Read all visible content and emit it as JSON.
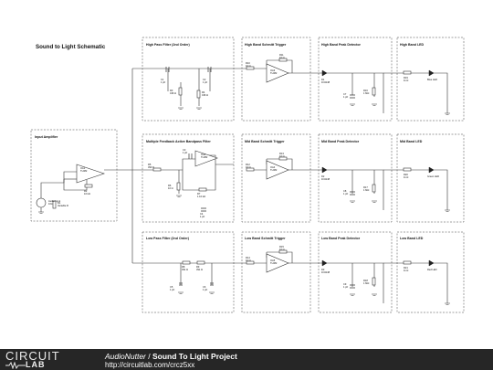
{
  "title": "Sound to Light Schematic",
  "blocks": {
    "input_amp": "Input Amplifier",
    "hpf": "High Pass Filter (2nd Order)",
    "mfb": "Multiple Feedback Active Bandpass Filter",
    "lpf": "Low Pass Filter (2nd Order)",
    "high_schmitt": "High Band Schmitt Trigger",
    "mid_schmitt": "Mid Band Schmitt Trigger",
    "low_schmitt": "Low Band Schmitt Trigger",
    "high_peak": "High Band Peak Detector",
    "mid_peak": "Mid Band Peak Detector",
    "low_peak": "Low Band Peak Detector",
    "high_led": "High Band LED",
    "mid_led": "Mid Band LED",
    "low_led": "Low Band LED"
  },
  "components": {
    "input": {
      "src": "Audio Input\n10m",
      "r1": "R1\nVariable R",
      "r2": "R2\n10 kΩ",
      "op": "OA1\nTL082"
    },
    "hpf": {
      "c1": "C1\n1 pF",
      "c2": "C2\n1 pF",
      "r3": "R3\n436 Ω",
      "r4": "R4\n436 Ω"
    },
    "mfb": {
      "r5": "R5\n390 Ω",
      "r6": "R6\n10 Ω",
      "r7": "R7\n1.10 kΩ",
      "c3": "C3\n1 pF",
      "c4": "C4\n1 pF",
      "op": "OA2\nTL082"
    },
    "lpf": {
      "r8": "R8\n391 Ω",
      "r9": "R9\n391 Ω",
      "c5": "C5\n1 pF",
      "c6": "C6\n1 pF"
    },
    "high_st": {
      "r10": "R10\n10 Ω",
      "r11": "R11\n10 Ω",
      "op": "OA3\nTL082"
    },
    "mid_st": {
      "r12": "R12\n10 Ω",
      "r13": "R13\n10 Ω",
      "op": "OA4\nTL082"
    },
    "low_st": {
      "r14": "R14\n10 Ω",
      "r15": "R15\n10 Ω",
      "op": "OA5\nTL082"
    },
    "high_pd": {
      "d": "D1\n1N4148",
      "c": "C7\n1 pF",
      "r": "R16\n1 MΩ"
    },
    "mid_pd": {
      "d": "D2\n1N4148",
      "c": "C8\n1 pF",
      "r": "R17\n1 MΩ"
    },
    "low_pd": {
      "d": "D3\n1N4148",
      "c": "C9\n1 pF",
      "r": "R18\n1 MΩ"
    },
    "high_led": {
      "r": "R19\n11 Ω",
      "led": "Blue LED"
    },
    "mid_led": {
      "r": "R20\n11 Ω",
      "led": "Green LED"
    },
    "low_led": {
      "r": "R21\n11 Ω",
      "led": "Red LED"
    }
  },
  "footer": {
    "logo_top": "CIRCUIT",
    "logo_bottom": "LAB",
    "author": "AudioNutter",
    "separator": " / ",
    "project": "Sound To Light Project",
    "url": "http://circuitlab.com/crcz5xx"
  }
}
